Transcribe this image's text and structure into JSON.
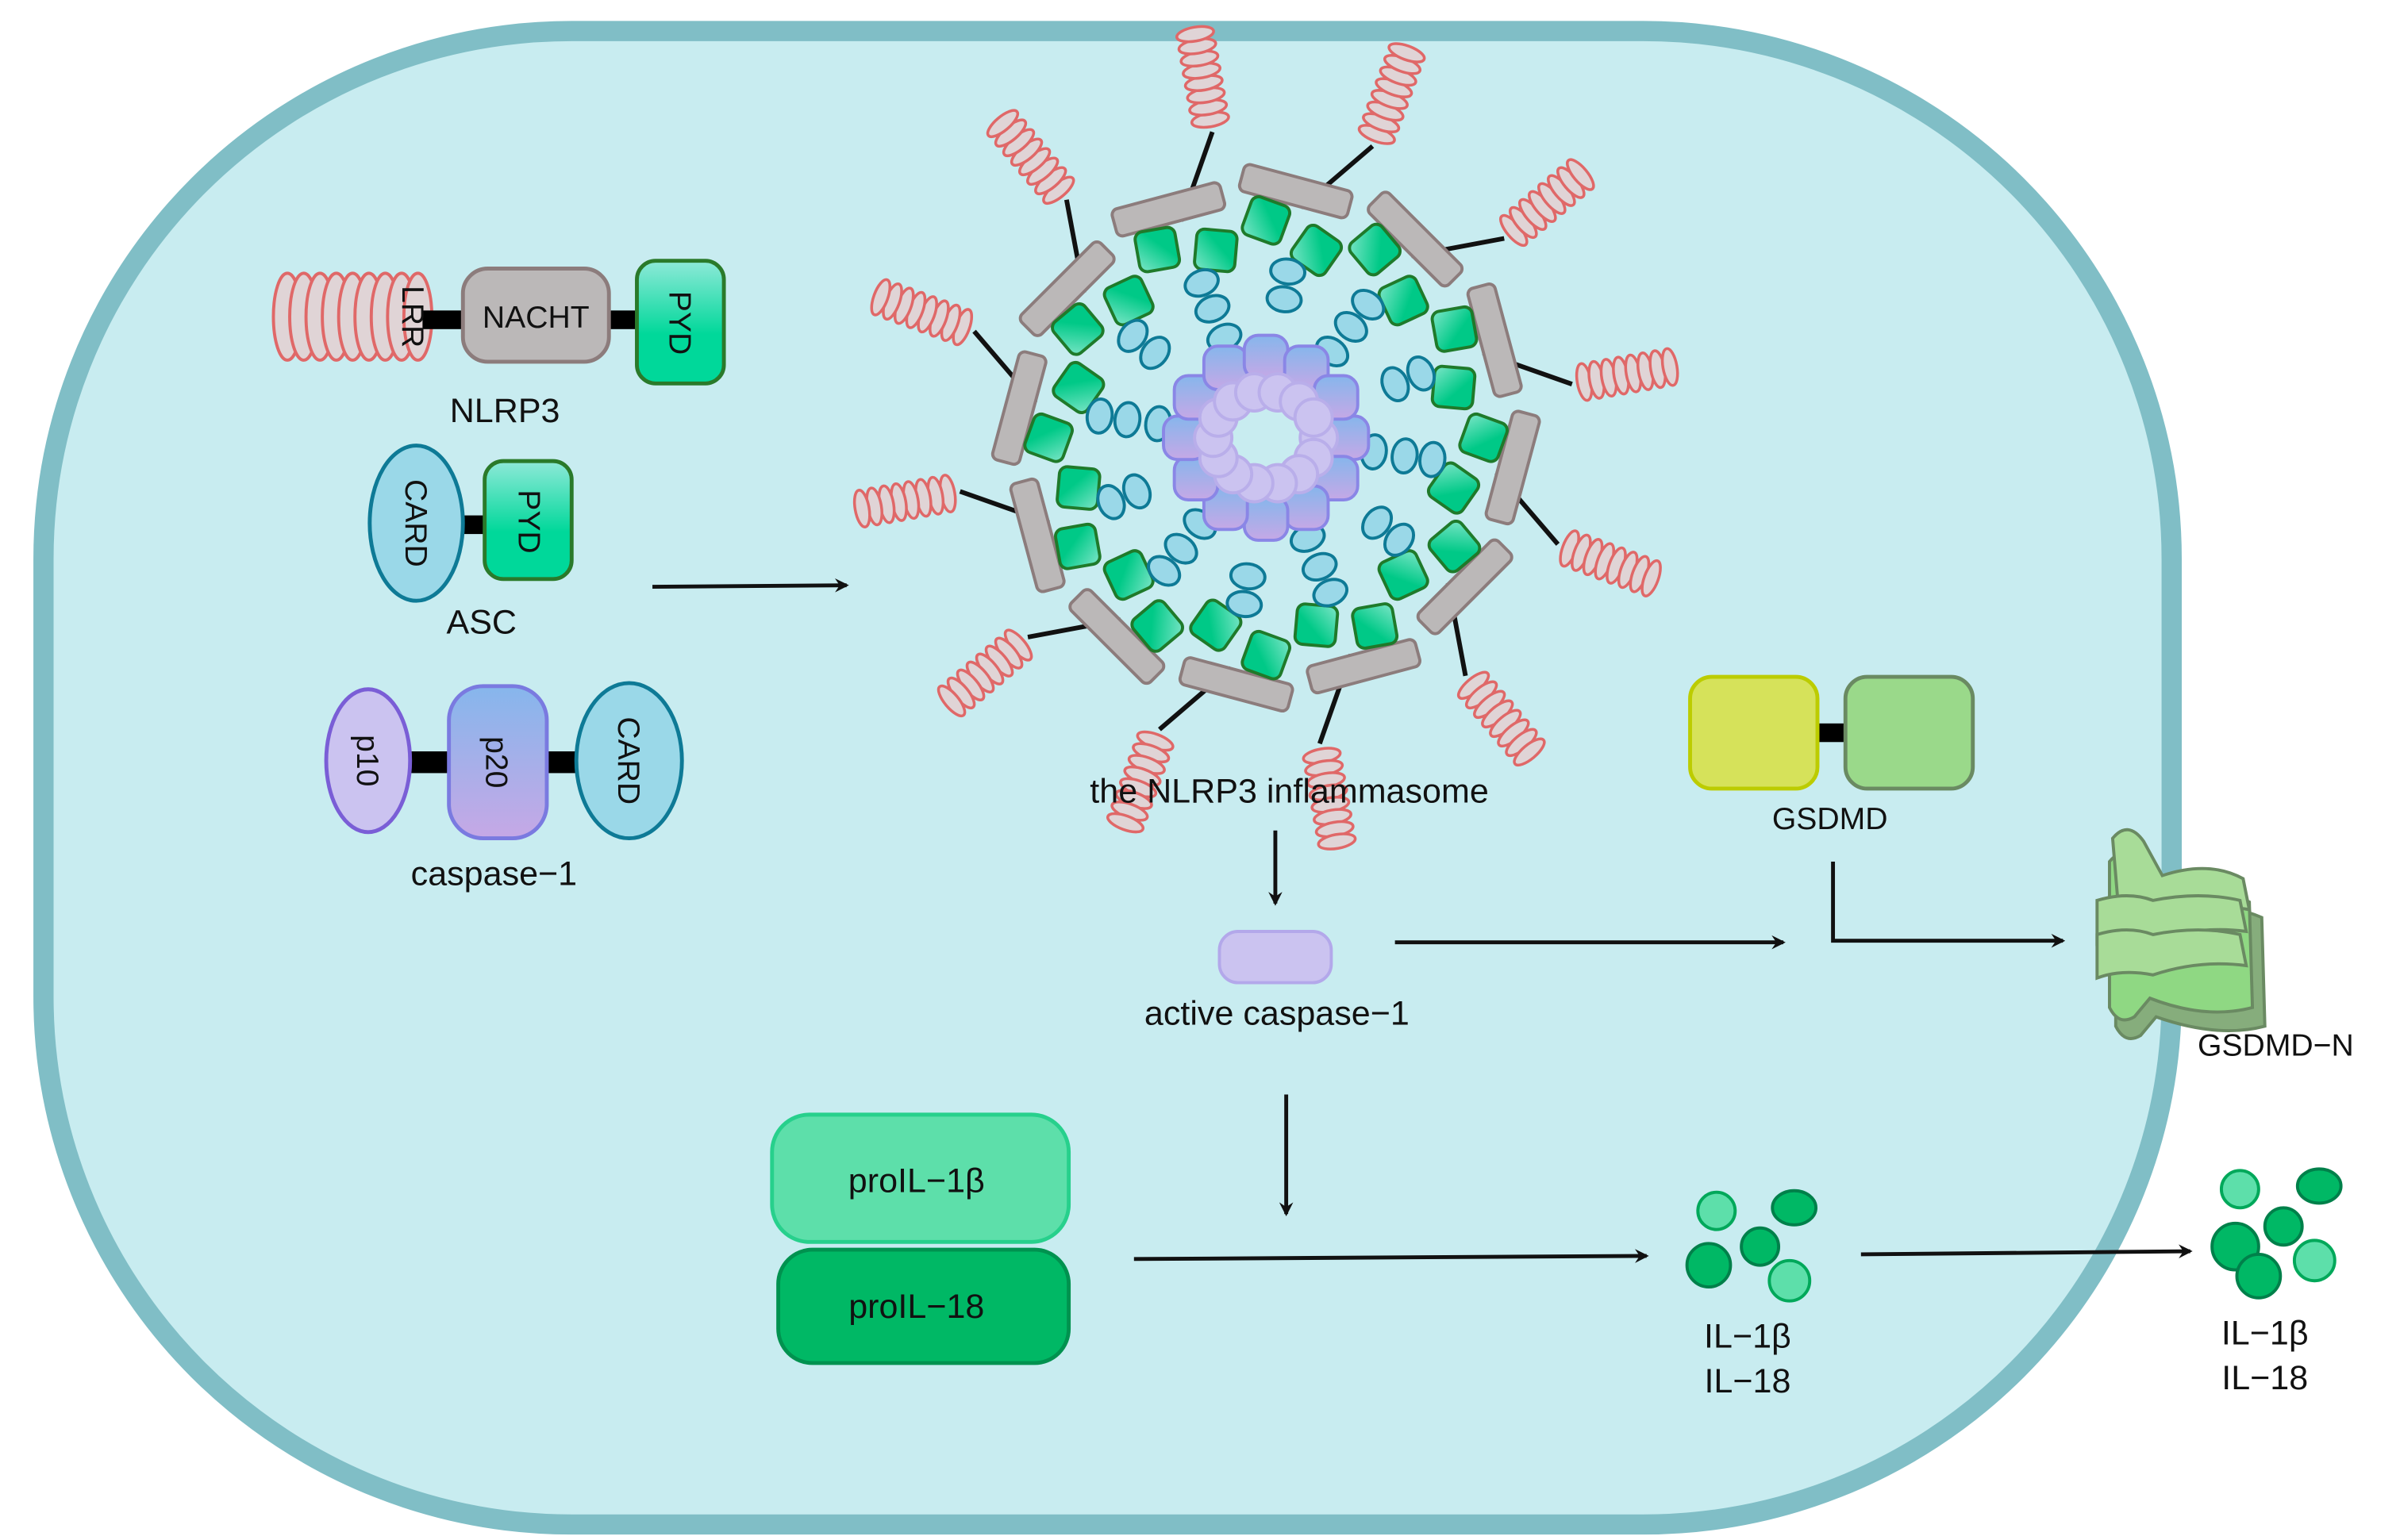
{
  "colors": {
    "cytoplasm": "#c8ecf0",
    "membrane": "#80bec6",
    "lrr": "#e06868",
    "nacht": "#bbb8b8",
    "pyd": "#1ed9a0",
    "card": "#9ad8e8",
    "p10": "#cbc3f0",
    "p20": "#a8aeea",
    "gsdmd_c": "#d6e25a",
    "gsdmd_n": "#9ad98a",
    "il_light": "#5ddfaa",
    "il_dark": "#00b865"
  },
  "nlrp3": {
    "lrr": "LRR",
    "nacht": "NACHT",
    "pyd": "PYD",
    "label": "NLRP3"
  },
  "asc": {
    "card": "CARD",
    "pyd": "PYD",
    "label": "ASC"
  },
  "caspase1": {
    "p10": "p10",
    "p20": "p20",
    "card": "CARD",
    "label": "caspase−1"
  },
  "inflammasome": {
    "label": "the NLRP3 inflammasome"
  },
  "active_caspase": {
    "label": "active caspase−1"
  },
  "gsdmd": {
    "label": "GSDMD"
  },
  "gsdmd_n": {
    "label": "GSDMD−N"
  },
  "pro_il1b": {
    "label": "proIL−1β"
  },
  "pro_il18": {
    "label": "proIL−18"
  },
  "mature_inside": {
    "line1": "IL−1β",
    "line2": "IL−18"
  },
  "mature_outside": {
    "line1": "IL−1β",
    "line2": "IL−18"
  }
}
